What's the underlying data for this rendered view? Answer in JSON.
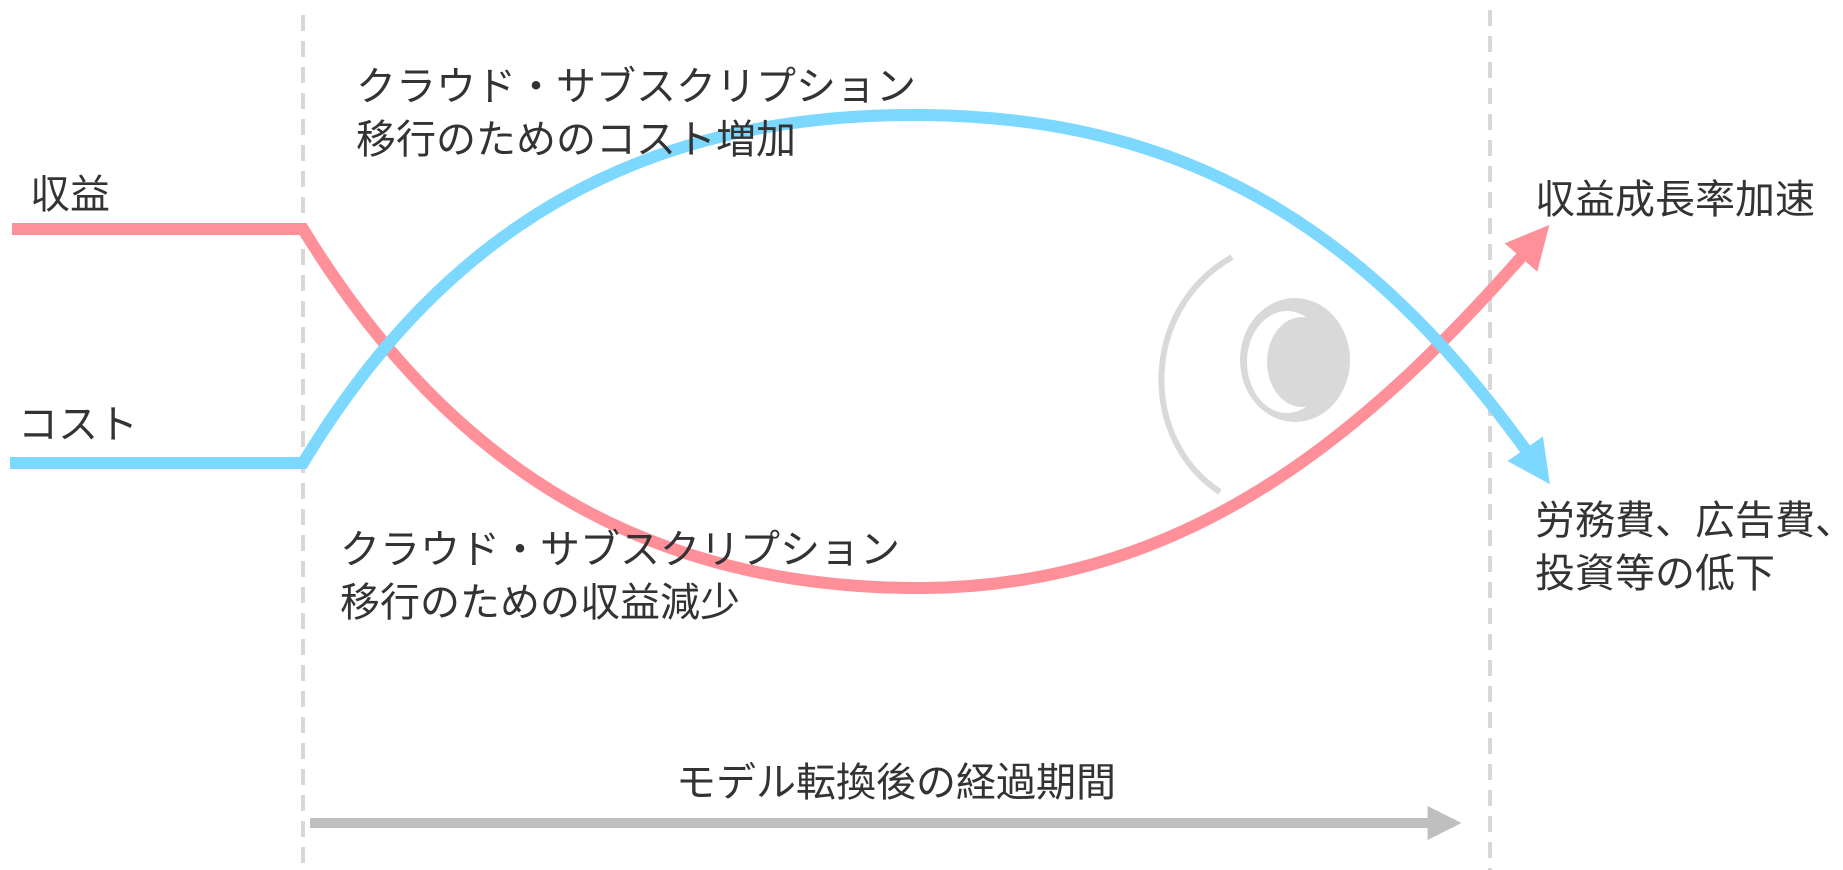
{
  "diagram": {
    "revenue_label": "収益",
    "cost_label": "コスト",
    "cost_increase_label": [
      "クラウド・サブスクリプション",
      "移行のためのコスト増加"
    ],
    "revenue_decrease_label": [
      "クラウド・サブスクリプション",
      "移行のための収益減少"
    ],
    "revenue_growth_label": "収益成長率加速",
    "cost_reduction_label": [
      "労務費、広告費、",
      "投資等の低下"
    ],
    "time_axis_label": "モデル転換後の経過期間"
  },
  "colors": {
    "revenue": "#FF8F99",
    "cost": "#7DD8FF",
    "guide": "#D8D8D8",
    "time_arrow": "#BFBFBF",
    "text": "#333333",
    "eye": "#D9D9D9"
  },
  "icons": {
    "eye": "eye-icon"
  }
}
